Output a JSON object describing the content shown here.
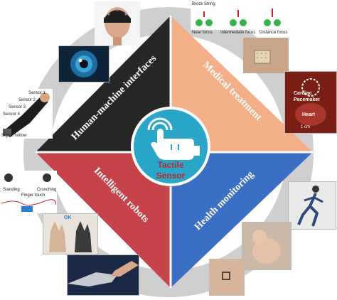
{
  "center": {
    "line1": "Tactile",
    "line2": "Sensor"
  },
  "quadrants": {
    "top_left": {
      "label": "Human-machine interfaces",
      "color": "#262626"
    },
    "top_right": {
      "label": "Medical treatment",
      "color": "#f3b088"
    },
    "bottom_left": {
      "label": "Intelligent robots",
      "color": "#c7434a"
    },
    "bottom_right": {
      "label": "Health monitoring",
      "color": "#3a6fc4"
    }
  },
  "ring_color": "#cfcfcf",
  "center_color": "#2aa6c9",
  "images": {
    "eye_focus": {
      "title": "Brock String",
      "captions": [
        "Near focus",
        "Intermediate focus",
        "Distance focus"
      ]
    },
    "cardiac": {
      "label1": "Cardiac",
      "label2": "Pacemaker",
      "label3": "Heart",
      "scale": "1 cm"
    },
    "arm_sleeve": {
      "labels": [
        "Sensor 1",
        "Sensor 2",
        "Sensor 3",
        "Sensor 4",
        "Signal hollow"
      ]
    },
    "robot_sensing": {
      "labels": [
        "Standing",
        "Finger touch",
        "Crouching"
      ]
    },
    "hand_ok": {
      "label": "OK"
    }
  }
}
